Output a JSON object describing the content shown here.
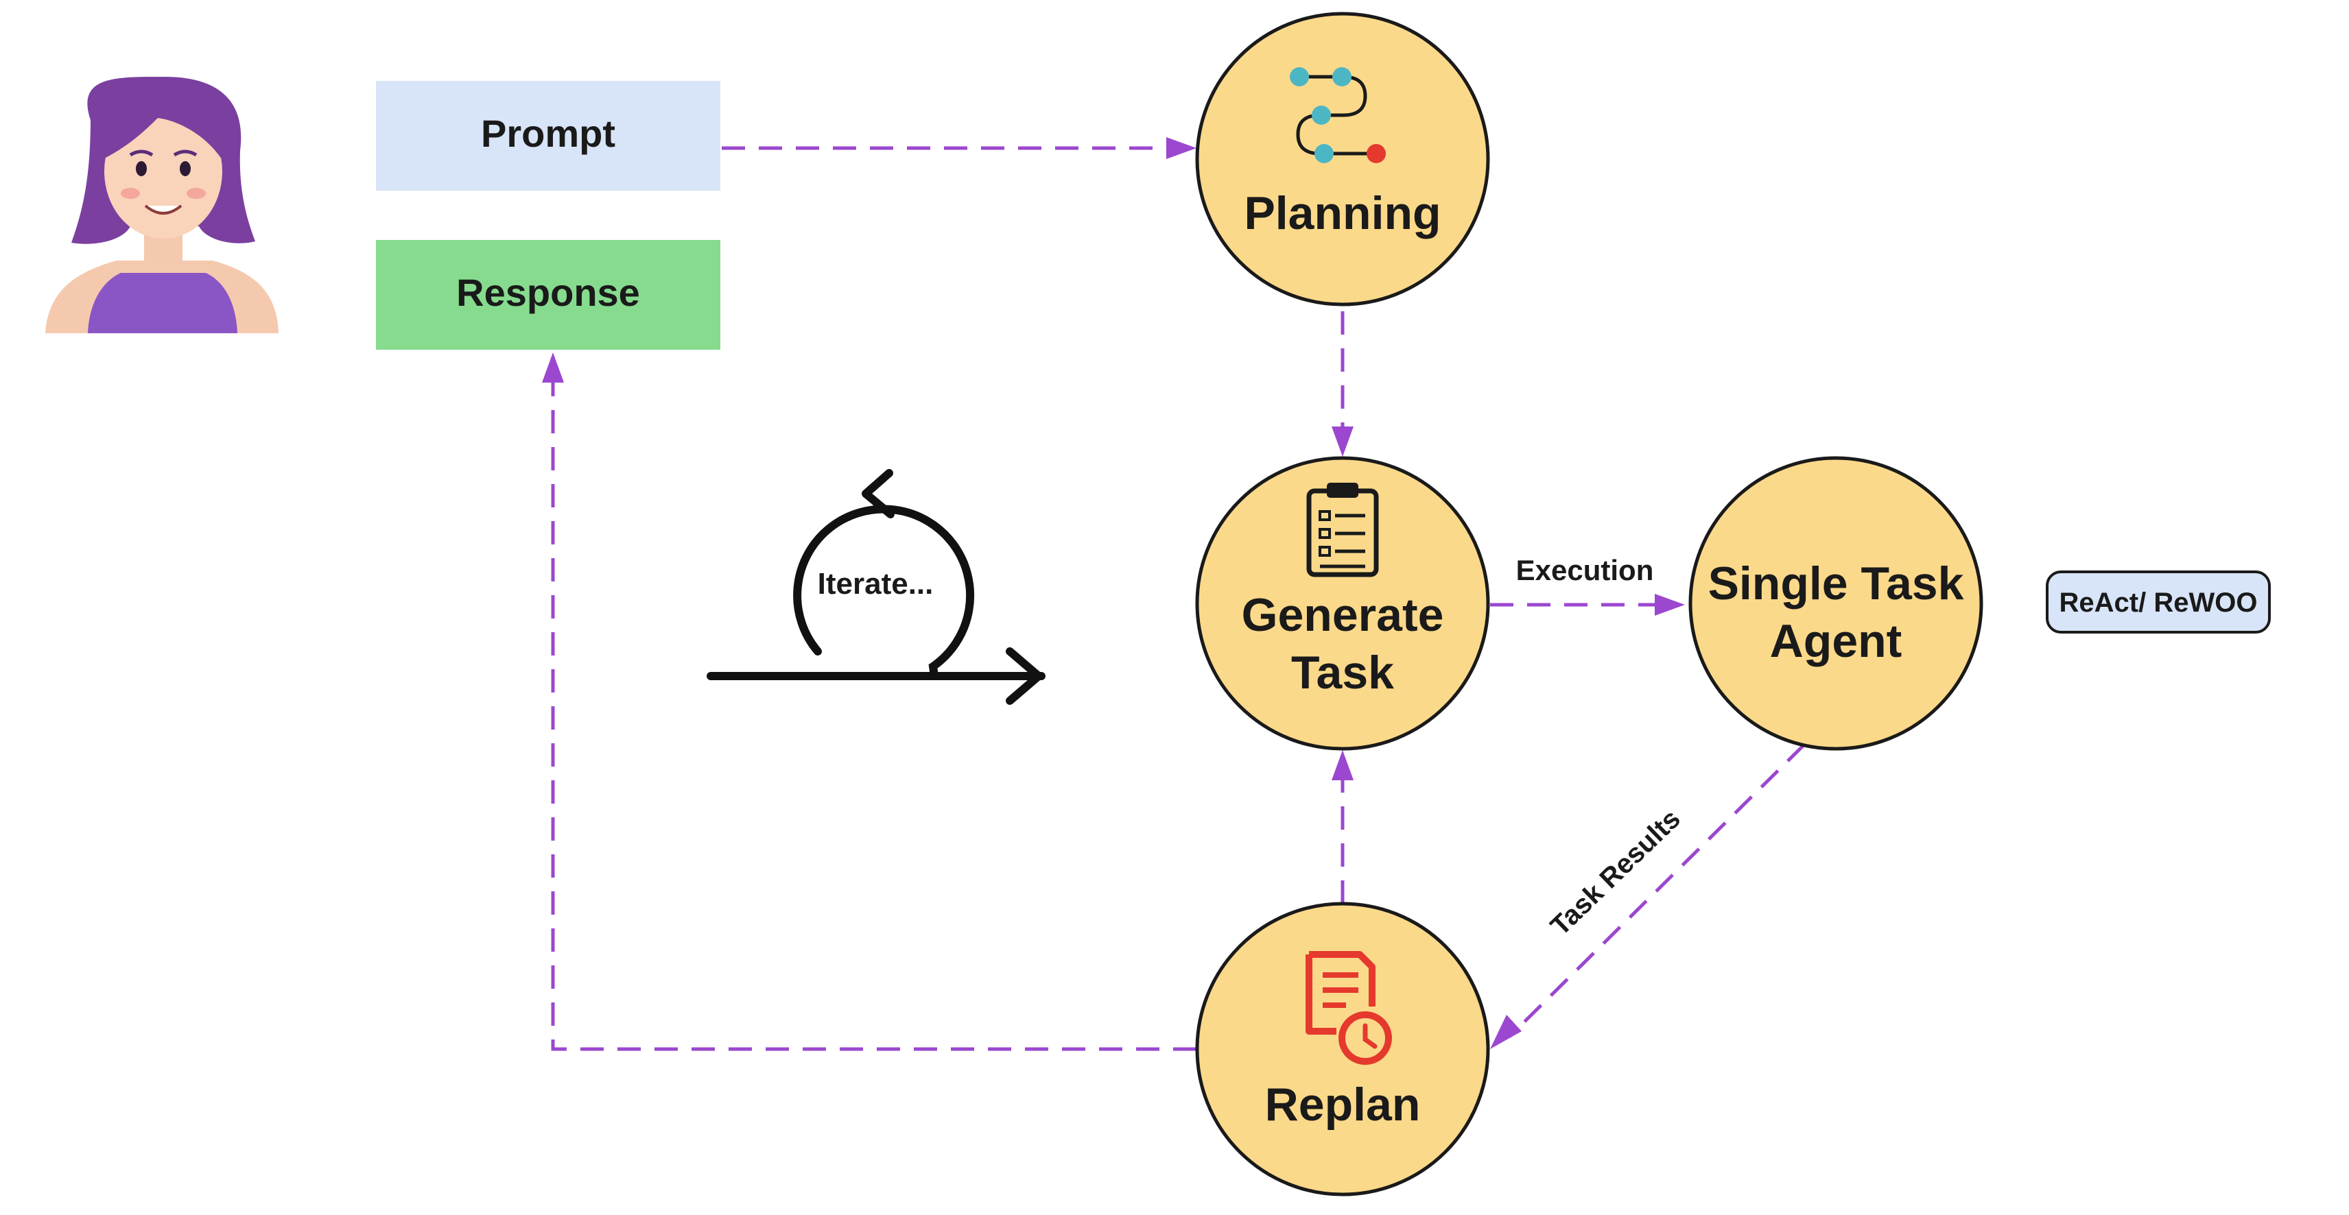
{
  "nodes": {
    "prompt": {
      "label": "Prompt",
      "fill": "#d8e4f8"
    },
    "response": {
      "label": "Response",
      "fill": "#86db8e"
    },
    "planning": {
      "label": "Planning",
      "fill": "#fbd98a"
    },
    "generate_task": {
      "label_line1": "Generate",
      "label_line2": "Task",
      "fill": "#fbd98a"
    },
    "single_task_agent": {
      "label_line1": "Single Task",
      "label_line2": "Agent",
      "fill": "#fbd98a"
    },
    "replan": {
      "label": "Replan",
      "fill": "#fbd98a"
    },
    "react_rewoo": {
      "label": "ReAct/ ReWOO",
      "fill": "#d8e4f8"
    }
  },
  "edges": {
    "execution": {
      "label": "Execution"
    },
    "task_results": {
      "label": "Task Results"
    }
  },
  "iterate": {
    "label": "Iterate..."
  },
  "colors": {
    "arrow": "#9b47cf",
    "node_stroke": "#1a1a1a",
    "text": "#1a1a1a",
    "replan_icon": "#e5392e",
    "planning_icon_teal": "#4db6c4",
    "planning_icon_red": "#e5392e"
  },
  "icons": {
    "user": "user-avatar-icon",
    "planning": "route-steps-icon",
    "generate_task": "clipboard-checklist-icon",
    "replan": "document-clock-icon",
    "iterate": "cycle-arrow-icon"
  }
}
